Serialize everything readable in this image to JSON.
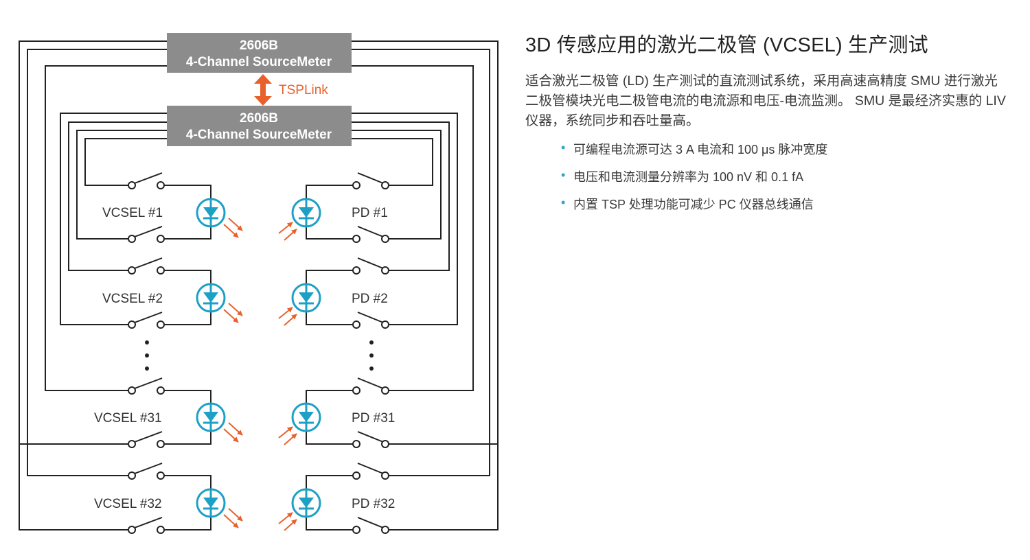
{
  "colors": {
    "accent_cyan": "#1da0c6",
    "tsp_orange": "#e8612c",
    "smu_gray": "#8c8c8c",
    "wire": "#222222"
  },
  "diagram": {
    "smu_top": {
      "model": "2606B",
      "name": "4-Channel SourceMeter"
    },
    "smu_bottom": {
      "model": "2606B",
      "name": "4-Channel SourceMeter"
    },
    "link_label": "TSPLink",
    "vcsel_labels": [
      "VCSEL #1",
      "VCSEL #2",
      "VCSEL #31",
      "VCSEL #32"
    ],
    "pd_labels": [
      "PD #1",
      "PD #2",
      "PD #31",
      "PD #32"
    ]
  },
  "panel": {
    "title": "3D 传感应用的激光二极管 (VCSEL) 生产测试",
    "description": "适合激光二极管 (LD) 生产测试的直流测试系统，采用高速高精度 SMU 进行激光二极管模块光电二极管电流的电流源和电压-电流监测。 SMU 是最经济实惠的 LIV 仪器，系统同步和吞吐量高。",
    "bullet_glyph": "•",
    "features": [
      "可编程电流源可达 3 A 电流和 100 μs 脉冲宽度",
      "电压和电流测量分辨率为 100 nV 和 0.1 fA",
      "内置 TSP 处理功能可减少 PC 仪器总线通信"
    ]
  }
}
